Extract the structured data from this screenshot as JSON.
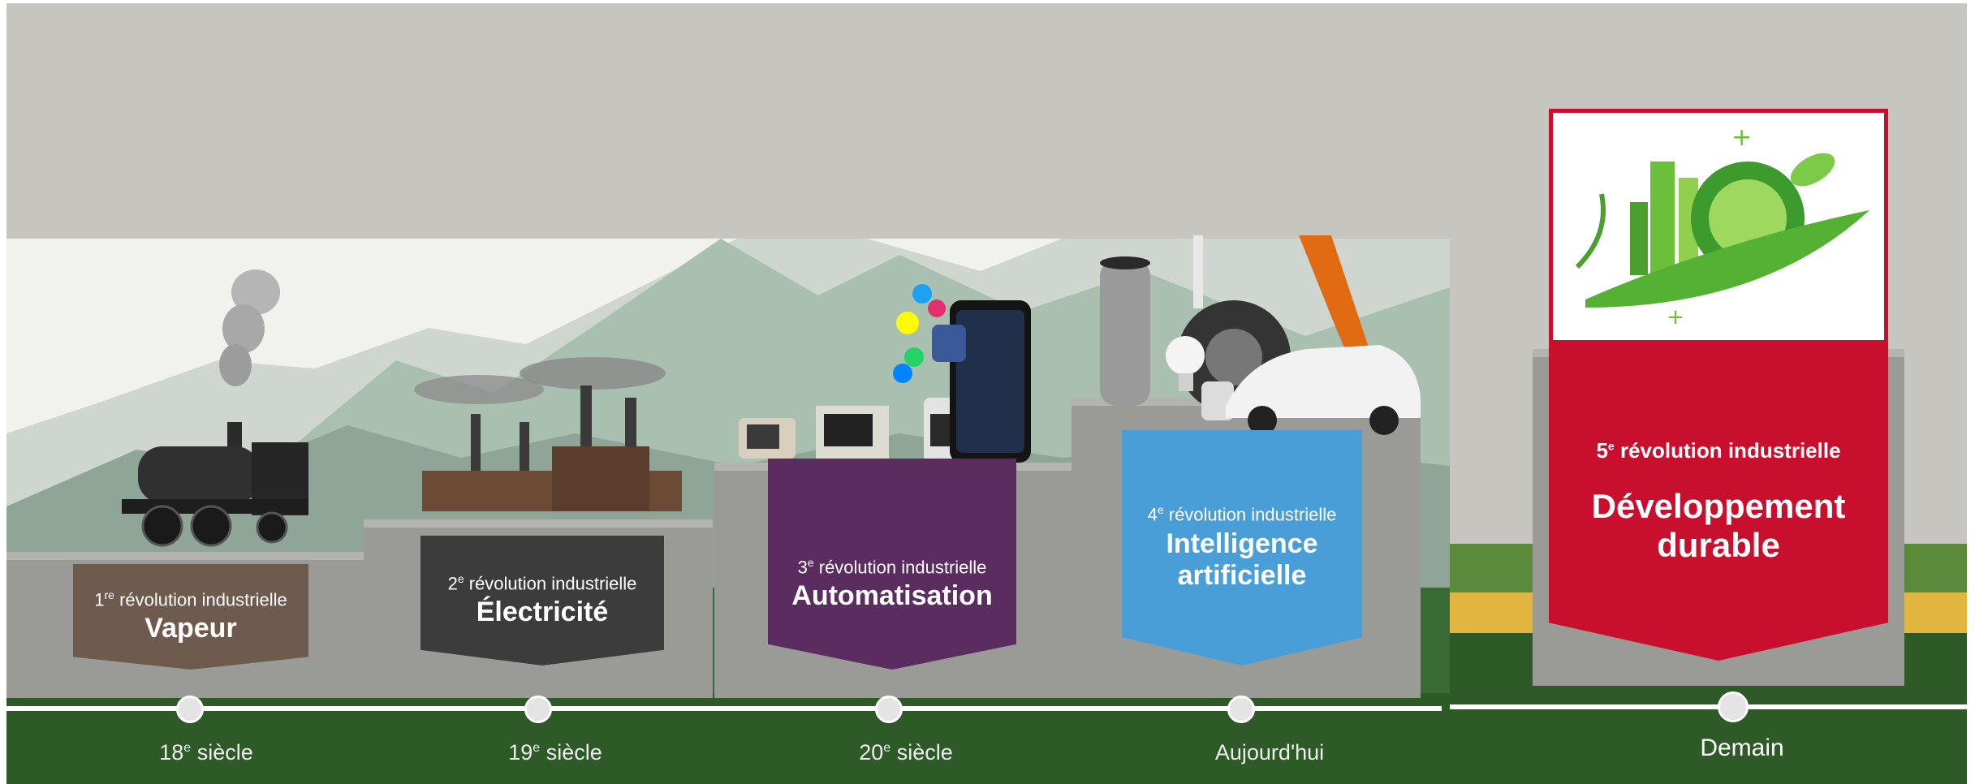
{
  "colors": {
    "sky_band": "#c6c5c0",
    "steam": "#6f5a4e",
    "electricity": "#3c3c3c",
    "automation": "#5b2c5f",
    "ai": "#4a9ed8",
    "sustainable": "#c8102e",
    "grass": "#2d5a27"
  },
  "revolutions": [
    {
      "ordinal_num": "1",
      "ordinal_suffix": "re",
      "subtitle_rest": " révolution industrielle",
      "title": "Vapeur",
      "era_num": "18",
      "era_suffix": "e",
      "era_rest": " siècle"
    },
    {
      "ordinal_num": "2",
      "ordinal_suffix": "e",
      "subtitle_rest": " révolution industrielle",
      "title": "Électricité",
      "era_num": "19",
      "era_suffix": "e",
      "era_rest": " siècle"
    },
    {
      "ordinal_num": "3",
      "ordinal_suffix": "e",
      "subtitle_rest": " révolution industrielle",
      "title": "Automatisation",
      "era_num": "20",
      "era_suffix": "e",
      "era_rest": " siècle"
    },
    {
      "ordinal_num": "4",
      "ordinal_suffix": "e",
      "subtitle_rest": " révolution industrielle",
      "title_line1": "Intelligence",
      "title_line2": "artificielle",
      "era": "Aujourd'hui"
    },
    {
      "ordinal_num": "5",
      "ordinal_suffix": "e",
      "subtitle_rest": " révolution industrielle",
      "title_line1": "Développement",
      "title_line2": "durable",
      "era": "Demain"
    }
  ],
  "icons": [
    "steam-locomotive-icon",
    "power-station-icon",
    "computers-and-smartphone-icon",
    "smart-speaker-robot-car-icon",
    "green-city-globe-icon"
  ]
}
